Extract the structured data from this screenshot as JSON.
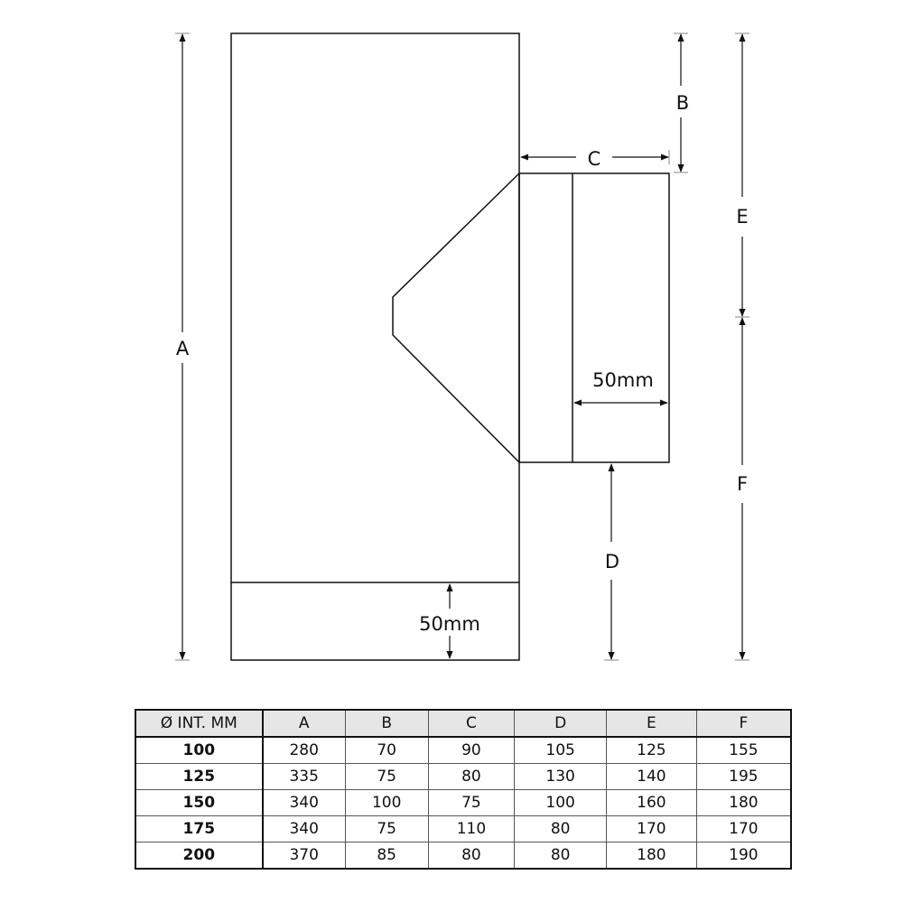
{
  "labels": {
    "A": "A",
    "B": "B",
    "C": "C",
    "D": "D",
    "E": "E",
    "F": "F",
    "socket_width": "50mm",
    "bottom_socket": "50mm"
  },
  "table": {
    "headers": [
      "Ø INT. MM",
      "A",
      "B",
      "C",
      "D",
      "E",
      "F"
    ],
    "rows": [
      [
        "100",
        "280",
        "70",
        "90",
        "105",
        "125",
        "155"
      ],
      [
        "125",
        "335",
        "75",
        "80",
        "130",
        "140",
        "195"
      ],
      [
        "150",
        "340",
        "100",
        "75",
        "100",
        "160",
        "180"
      ],
      [
        "175",
        "340",
        "75",
        "110",
        "80",
        "170",
        "170"
      ],
      [
        "200",
        "370",
        "85",
        "80",
        "80",
        "180",
        "190"
      ]
    ]
  }
}
